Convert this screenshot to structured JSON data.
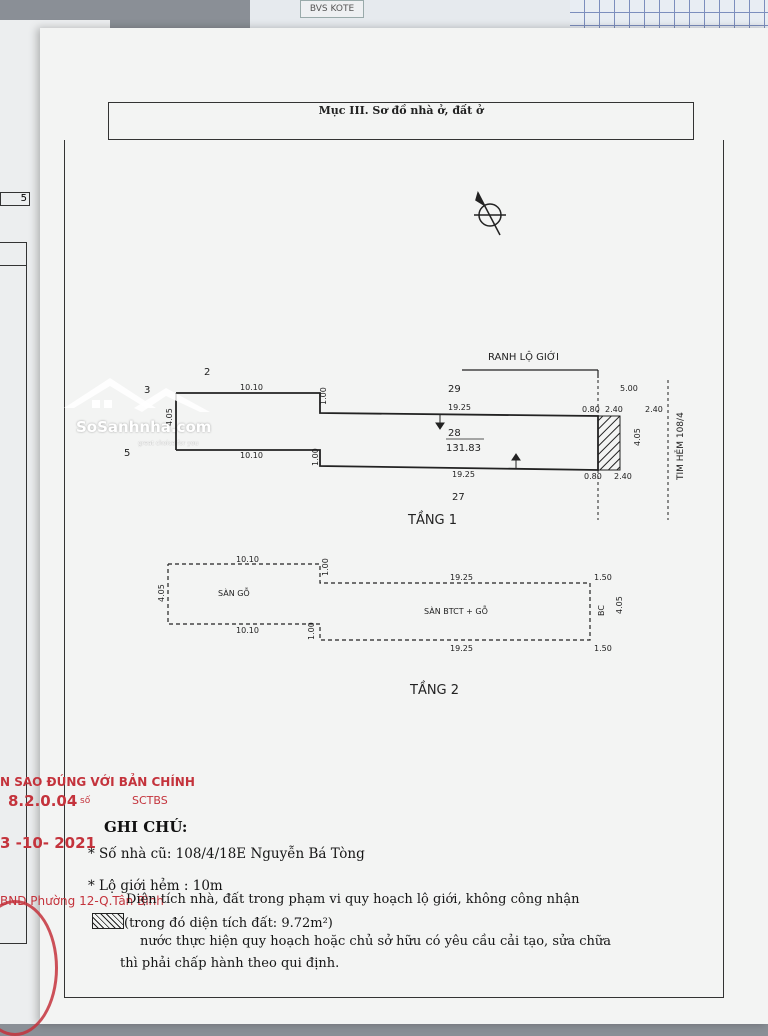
{
  "section_title": "Mục III. Sơ đồ nhà ở, đất ở",
  "top_tab": "BVS KOTE",
  "left_box_text": "5",
  "floor1": {
    "label": "TẦNG 1",
    "road_label": "RANH LỘ GIỚI",
    "alley_label": "TIM HẺM 108/4",
    "parcel_no": "28",
    "parcel_area": "131.83",
    "neighbors": [
      "2",
      "3",
      "5",
      "29",
      "27"
    ],
    "dims": [
      "10.10",
      "1.00",
      "19.25",
      "0.80",
      "2.40",
      "5.00",
      "2.40",
      "10.10",
      "1.00",
      "19.25",
      "0.80",
      "2.40",
      "4.05",
      "4.05"
    ],
    "hatch_area": "9.72"
  },
  "floor2": {
    "label": "TẦNG 2",
    "left_room": "SÀN GỖ",
    "main_room": "SÀN BTCT + GỖ",
    "balcony": "BC",
    "dims": [
      "10.10",
      "1.00",
      "19.25",
      "1.50",
      "4.05",
      "10.10",
      "1.00",
      "19.25",
      "1.50",
      "4.05"
    ]
  },
  "notes": {
    "heading": "GHI CHÚ:",
    "line1": "* Số nhà cũ: 108/4/18E Nguyễn Bá Tòng",
    "line2": "* Lộ giới hẻm : 10m",
    "line3": "Diện tích nhà, đất trong phạm vi quy hoạch lộ giới, không công nhận",
    "line4": "(trong đó diện tích đất: 9.72m²)",
    "line5": "nước thực hiện quy hoạch hoặc chủ sở hữu có yêu cầu cải tạo, sửa chữa",
    "line6": "thì phải chấp hành theo qui định."
  },
  "stamps": {
    "copy_line": "N SAO ĐÚNG VỚI BẢN CHÍNH",
    "date_line": "8.2.0.04",
    "number_label": "số",
    "book": "SCTBS",
    "date2": "3 -10- 2021",
    "authority": "BND Phường 12-Q.Tân Bình"
  },
  "watermark": {
    "brand": "SoSanhnha.com",
    "slogan": "great choice for you"
  },
  "colors": {
    "stamp_red": "#c4333c",
    "ink": "#222222",
    "paper": "#f3f4f3"
  }
}
